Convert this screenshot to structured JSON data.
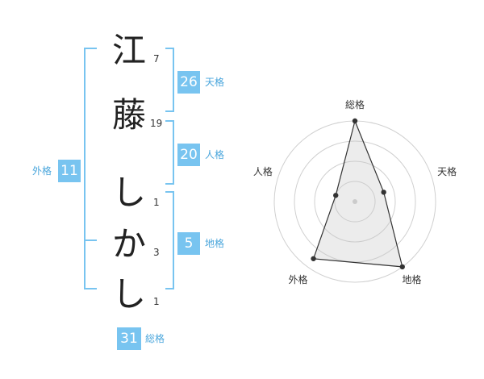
{
  "name": {
    "chars": [
      {
        "char": "江",
        "strokes": "7"
      },
      {
        "char": "藤",
        "strokes": "19"
      },
      {
        "char": "し",
        "strokes": "1"
      },
      {
        "char": "か",
        "strokes": "3"
      },
      {
        "char": "し",
        "strokes": "1"
      }
    ]
  },
  "fortunes": {
    "tenkaku": {
      "value": "26",
      "label": "天格"
    },
    "jinkaku": {
      "value": "20",
      "label": "人格"
    },
    "chikaku": {
      "value": "5",
      "label": "地格"
    },
    "gaikaku": {
      "value": "11",
      "label": "外格"
    },
    "soukaku": {
      "value": "31",
      "label": "総格"
    }
  },
  "colors": {
    "accent": "#78c4f0",
    "bracket": "#78c4f0",
    "label": "#4aa6dc"
  },
  "chart_data": {
    "type": "radar",
    "axes": [
      "総格",
      "天格",
      "地格",
      "外格",
      "人格"
    ],
    "values": [
      4,
      1.5,
      4,
      3.5,
      1
    ],
    "rmax": 4,
    "rings": 4
  }
}
